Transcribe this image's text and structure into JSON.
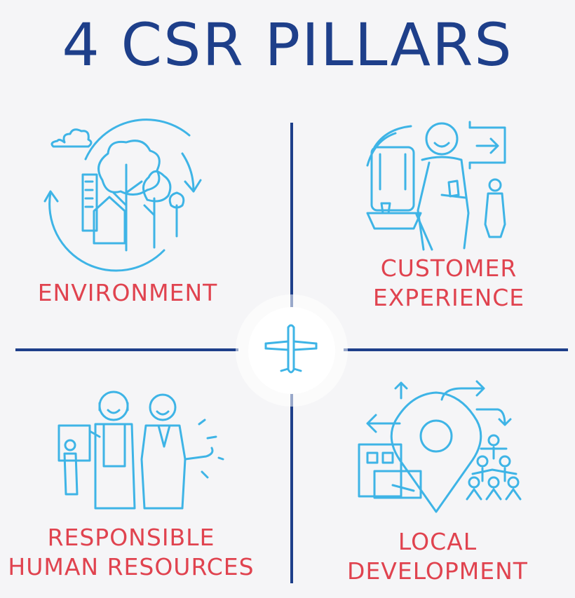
{
  "title": "4 CSR PILLARS",
  "colors": {
    "title": "#1e3f8a",
    "icons": "#3eb4e6",
    "labels": "#e0434f",
    "divider": "#1e3f8a"
  },
  "pillars": [
    {
      "id": "environment",
      "icon": "trees-cycle-icon",
      "lines": [
        "ENVIRONMENT"
      ]
    },
    {
      "id": "customer-experience",
      "icon": "traveler-icon",
      "lines": [
        "CUSTOMER",
        "EXPERIENCE"
      ]
    },
    {
      "id": "human-resources",
      "icon": "people-icon",
      "lines": [
        "RESPONSIBLE",
        "HUMAN RESOURCES"
      ]
    },
    {
      "id": "local-development",
      "icon": "location-pin-icon",
      "lines": [
        "LOCAL",
        "DEVELOPMENT"
      ]
    }
  ],
  "center_icon": "airplane-icon"
}
